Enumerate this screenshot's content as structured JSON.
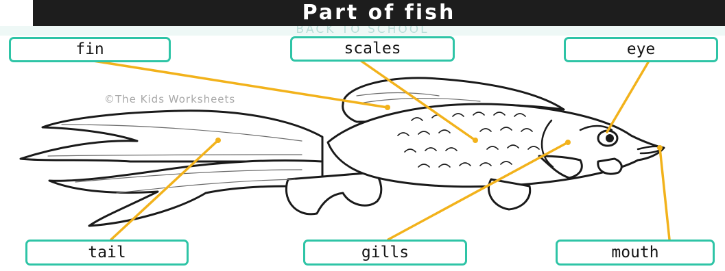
{
  "header": {
    "title": "Part of fish",
    "subtitle": "BACK TO SCHOOL"
  },
  "watermark": "©The Kids Worksheets",
  "labels": {
    "fin": "fin",
    "scales": "scales",
    "eye": "eye",
    "tail": "tail",
    "gills": "gills",
    "mouth": "mouth"
  },
  "colors": {
    "label_border": "#2ec4a6",
    "leader_line": "#f2b21b",
    "banner": "#1d1d1d"
  }
}
